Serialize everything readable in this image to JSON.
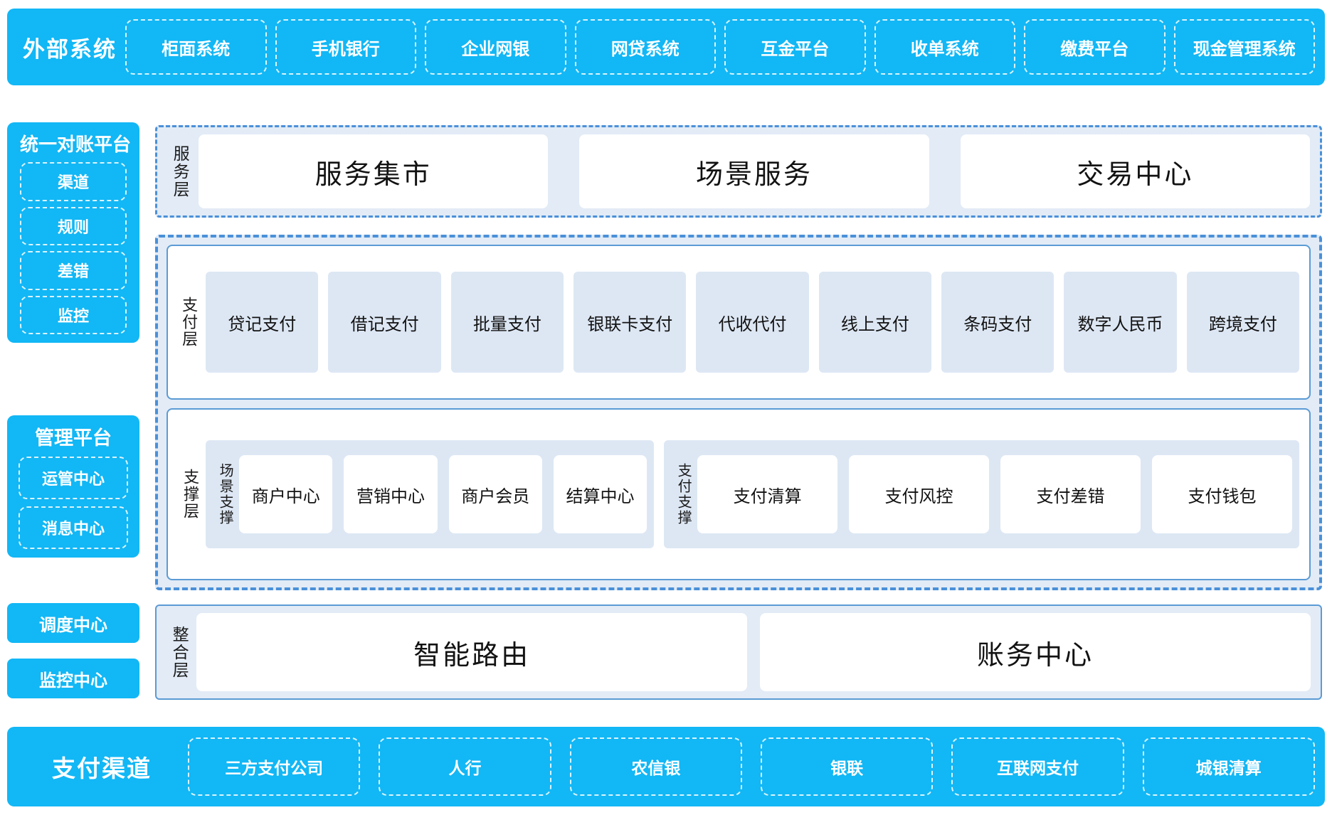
{
  "external": {
    "title": "外部系统",
    "items": [
      "柜面系统",
      "手机银行",
      "企业网银",
      "网贷系统",
      "互金平台",
      "收单系统",
      "缴费平台",
      "现金管理系统"
    ]
  },
  "sidebar": {
    "reconciliation": {
      "title": "统一对账平台",
      "items": [
        "渠道",
        "规则",
        "差错",
        "监控"
      ]
    },
    "management": {
      "title": "管理平台",
      "items": [
        "运管中心",
        "消息中心"
      ]
    },
    "standalone": [
      "调度中心",
      "监控中心"
    ]
  },
  "service_layer": {
    "label": "服务层",
    "cards": [
      "服务集市",
      "场景服务",
      "交易中心"
    ]
  },
  "payment_layer": {
    "label": "支付层",
    "cards": [
      "贷记支付",
      "借记支付",
      "批量支付",
      "银联卡支付",
      "代收代付",
      "线上支付",
      "条码支付",
      "数字人民币",
      "跨境支付"
    ]
  },
  "support_layer": {
    "label": "支撑层",
    "groups": [
      {
        "label": "场景支撑",
        "cards": [
          "商户中心",
          "营销中心",
          "商户会员",
          "结算中心"
        ]
      },
      {
        "label": "支付支撑",
        "cards": [
          "支付清算",
          "支付风控",
          "支付差错",
          "支付钱包"
        ]
      }
    ]
  },
  "integration_layer": {
    "label": "整合层",
    "cards": [
      "智能路由",
      "账务中心"
    ]
  },
  "channels": {
    "title": "支付渠道",
    "items": [
      "三方支付公司",
      "人行",
      "农信银",
      "银联",
      "互联网支付",
      "城银清算"
    ]
  },
  "colors": {
    "brand_blue": "#12b7f5",
    "panel_fill": "#e2ebf6",
    "chip_fill": "#dde7f4",
    "border_blue": "#5b9bd5",
    "dash_blue": "#4a90d9",
    "white": "#ffffff"
  }
}
